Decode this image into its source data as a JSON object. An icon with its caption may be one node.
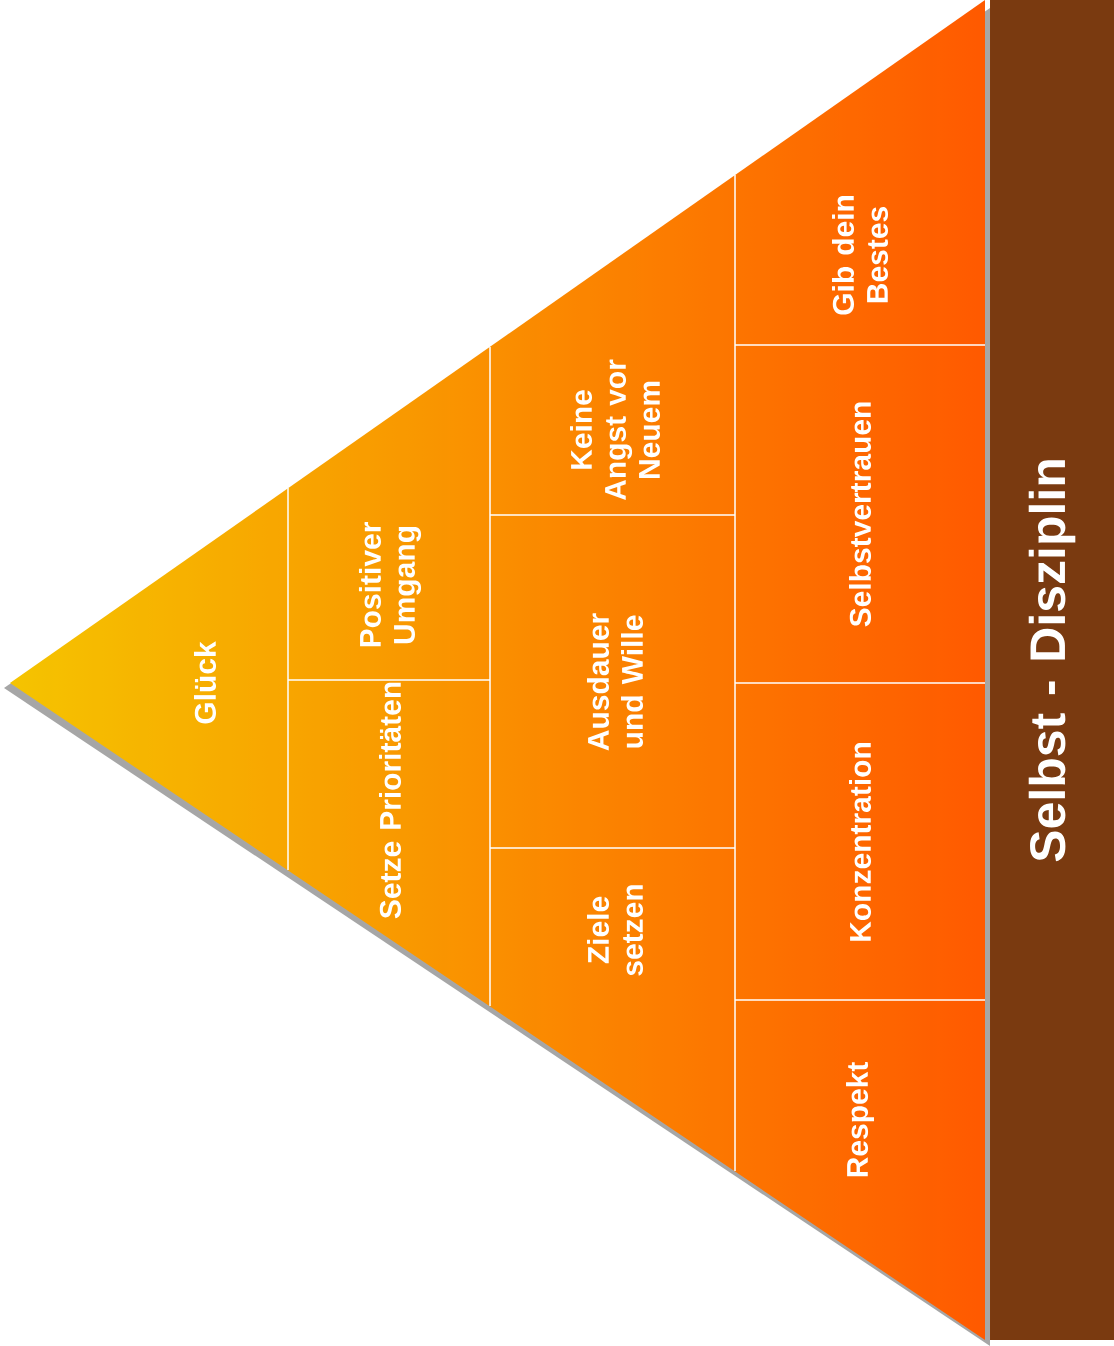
{
  "diagram": {
    "nodes": [
      {
        "text": [
          "Glück"
        ]
      },
      {
        "text": [
          "Setze Prioritäten"
        ]
      },
      {
        "text": [
          "Positiver Umgang"
        ]
      },
      {
        "text": [
          "Ziele setzen"
        ]
      },
      {
        "text": [
          "Ausdauer und Wille"
        ]
      },
      {
        "text": [
          "Keine Angst vor Neuem"
        ]
      },
      {
        "text": [
          "Respekt"
        ]
      },
      {
        "text": [
          "Konzentration"
        ]
      },
      {
        "text": [
          "Selbstvertrauen"
        ]
      },
      {
        "text": [
          "Gib dein Bestes"
        ]
      },
      {
        "text": [
          "Selbst - Disziplin"
        ]
      }
    ],
    "edges": []
  }
}
